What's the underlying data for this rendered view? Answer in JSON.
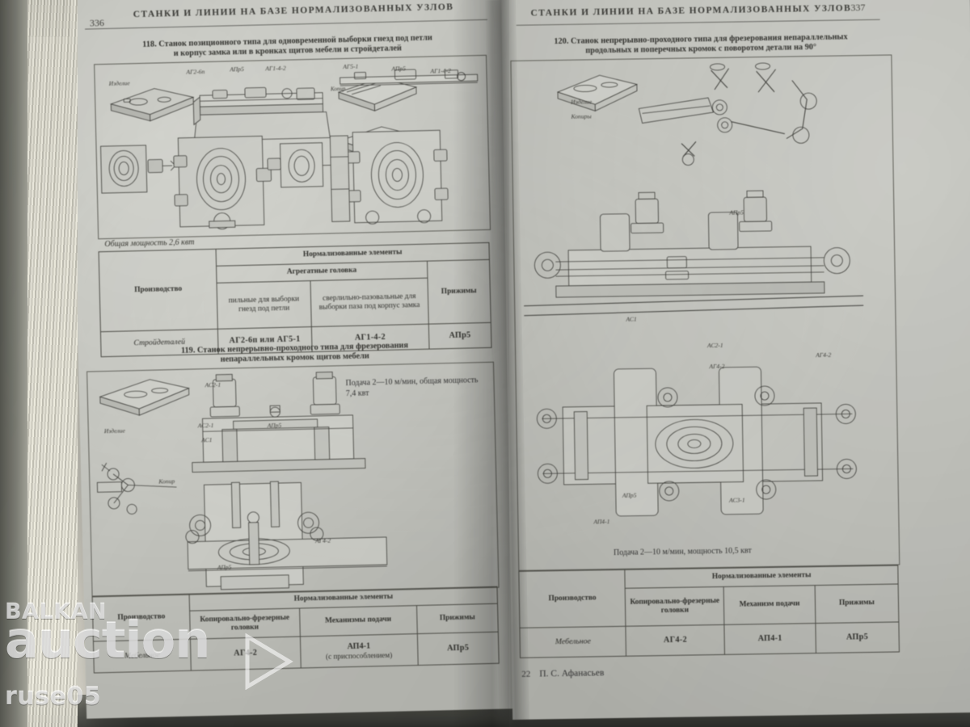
{
  "document": {
    "type": "printed-book-spread",
    "language": "Russian",
    "running_head_left": "СТАНКИ И ЛИНИИ НА БАЗЕ НОРМАЛИЗОВАННЫХ УЗЛОВ",
    "running_head_right": "СТАНКИ И ЛИНИИ НА БАЗЕ НОРМАЛИЗОВАННЫХ УЗЛОВ",
    "folio_left": "336",
    "folio_right": "337",
    "signature_footer": "22",
    "author_footer": "П. С. Афанасьев"
  },
  "left_page": {
    "figure_118": {
      "caption_line1": "118. Станок позиционного типа для одновременной выборки гнезд под петли",
      "caption_line2": "и корпус замка или в кронках щитов мебели и стройдеталей",
      "diagram_labels": [
        "Изделие",
        "АГ2-6п",
        "АПр5",
        "АГ1-4-2",
        "АГ5-1",
        "АПр5",
        "АГ1-4-2",
        "Копир"
      ],
      "note": "Общая мощность 2,6 квт",
      "table": {
        "group_header": "Нормализованные элементы",
        "subgroup_header": "Агрегатные головка",
        "col_production": "Производство",
        "col_saw": "пильные для выборки гнезд под петли",
        "col_drill": "сверлильно-пазовальные для выборки паза под корпус замка",
        "col_clamps": "Прижимы",
        "row": {
          "production": "Стройдеталей",
          "saw": "АГ2-6п или АГ5-1",
          "drill": "АГ1-4-2",
          "clamps": "АПр5"
        }
      }
    },
    "figure_119": {
      "caption_line1": "119. Станок непрерывно-проходного типа для фрезерования",
      "caption_line2": "непараллельных кромок щитов мебели",
      "note": "Подача 2—10 м/мин, общая мощность 7,4 квт",
      "diagram_labels": [
        "Изделие",
        "АС2-1",
        "АС1",
        "АПр5",
        "Копир",
        "АГ4-2",
        "АПр5"
      ],
      "table": {
        "group_header": "Нормализованные элементы",
        "col_production": "Производство",
        "col_heads": "Копировально-фрезерные головки",
        "col_feed": "Механизмы подачи",
        "col_clamps": "Прижимы",
        "row": {
          "production": "Мебельное",
          "heads": "АГ4-2",
          "feed_line1": "АП4-1",
          "feed_line2": "(с приспособлением)",
          "clamps": "АПр5"
        }
      }
    }
  },
  "right_page": {
    "figure_120": {
      "caption_line1": "120. Станок непрерывно-проходного типа для фрезерования непараллельных",
      "caption_line2": "продольных и поперечных кромок с поворотом детали на 90°",
      "diagram_labels": [
        "Изделие",
        "Копиры",
        "АПр5",
        "АС1",
        "АС2-1",
        "АГ4-2",
        "АГ4-2",
        "АПр5",
        "АП4-1",
        "АС3-1"
      ],
      "note": "Подача 2—10 м/мин, мощность 10,5 квт",
      "table": {
        "group_header": "Нормализованные элементы",
        "col_production": "Производство",
        "col_heads": "Копировально-фрезерные головки",
        "col_feed": "Механизм подачи",
        "col_clamps": "Прижимы",
        "row": {
          "production": "Мебельное",
          "heads": "АГ4-2",
          "feed": "АП4-1",
          "clamps": "АПр5"
        }
      }
    }
  },
  "watermark": {
    "line1": "BALKAN",
    "line2": "auction",
    "line3": "ruse05",
    "play_icon": "play-triangle-icon"
  },
  "colors": {
    "page": "#c9cac4",
    "ink": "#33332f",
    "background": "#5f6059"
  }
}
